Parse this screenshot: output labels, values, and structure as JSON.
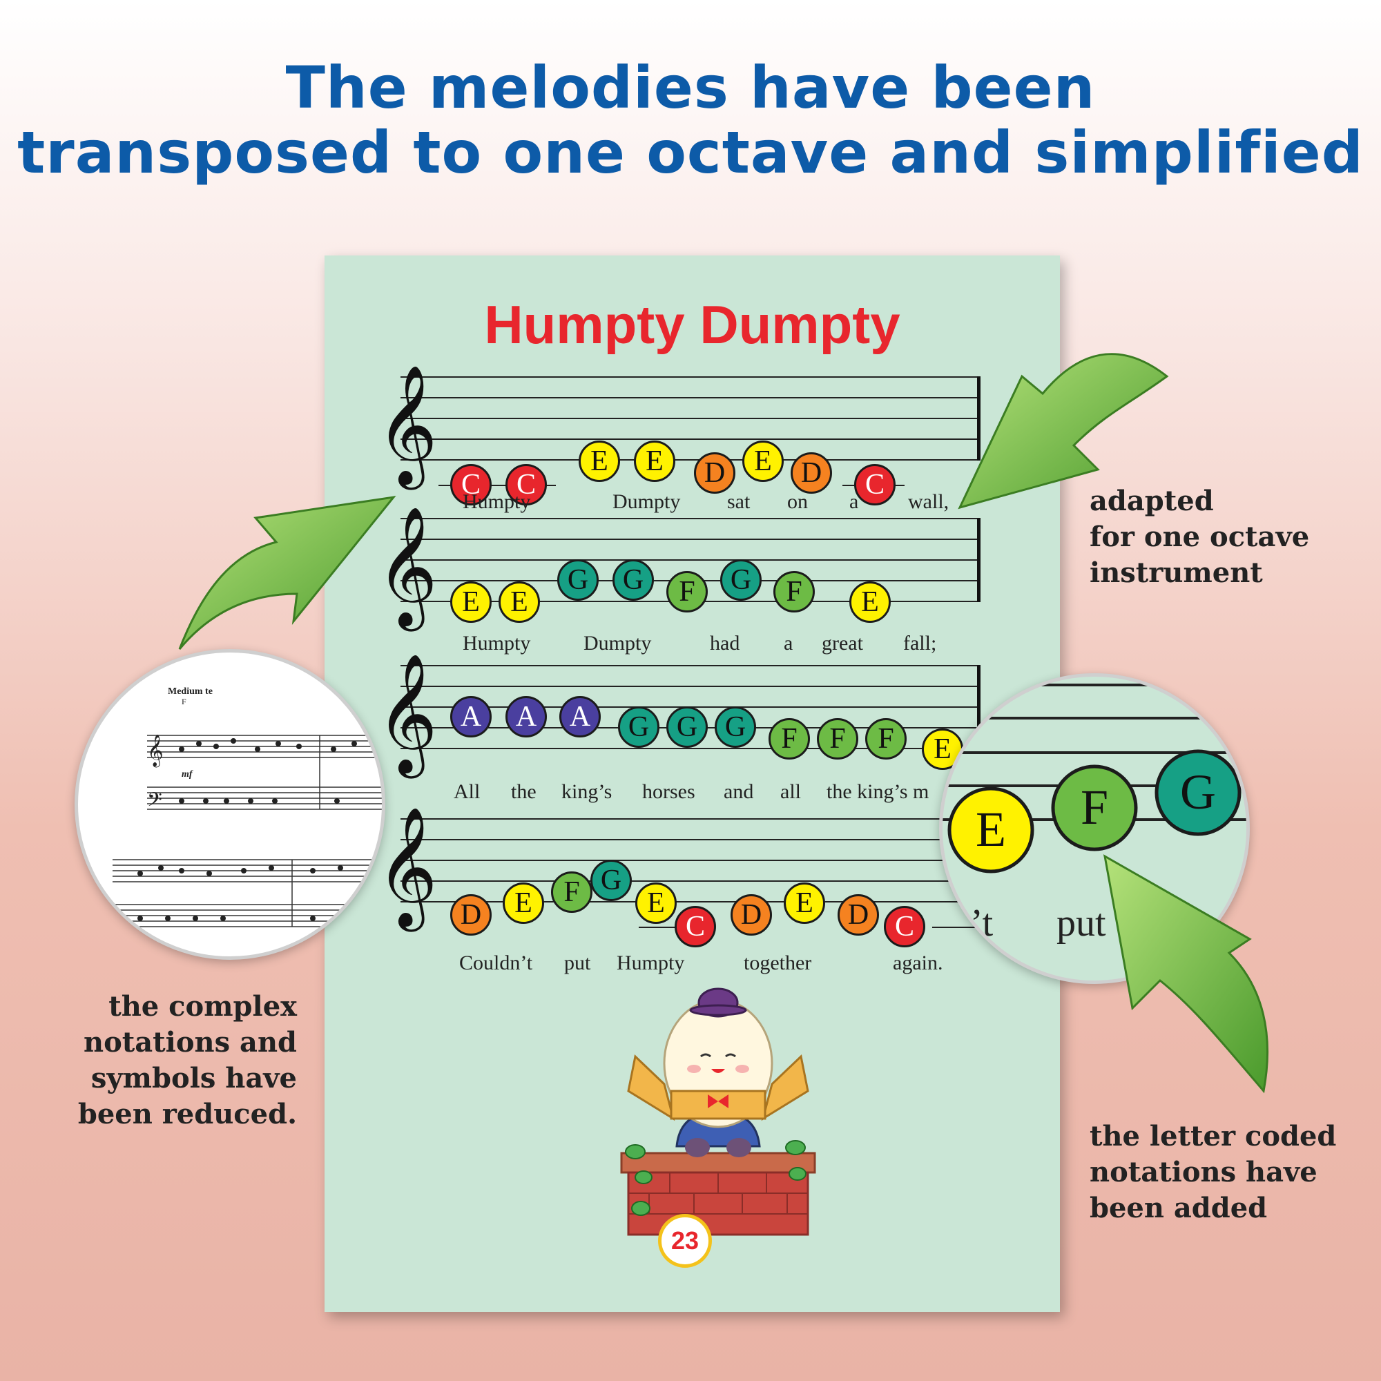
{
  "headline": {
    "line1": "The melodies have been",
    "line2": "transposed to one octave and simplified"
  },
  "sheet": {
    "title": "Humpty Dumpty",
    "page_number": "23",
    "colors": {
      "C": "#e8262d",
      "D": "#f58220",
      "E": "#fff200",
      "F": "#6dbb45",
      "G": "#16a085",
      "A": "#4a3f9f"
    },
    "rows": [
      {
        "notes": [
          "C",
          "C",
          "E",
          "E",
          "D",
          "E",
          "D",
          "C"
        ],
        "lyrics": [
          "Humpty",
          "Dumpty",
          "sat",
          "on",
          "a",
          "wall,"
        ]
      },
      {
        "notes": [
          "E",
          "E",
          "G",
          "G",
          "F",
          "G",
          "F",
          "E"
        ],
        "lyrics": [
          "Humpty",
          "Dumpty",
          "had",
          "a",
          "great",
          "fall;"
        ]
      },
      {
        "notes": [
          "A",
          "A",
          "A",
          "G",
          "G",
          "G",
          "F",
          "F",
          "F",
          "E"
        ],
        "lyrics": [
          "All",
          "the",
          "king’s",
          "horses",
          "and",
          "all",
          "the king’s m"
        ]
      },
      {
        "notes": [
          "D",
          "E",
          "F",
          "G",
          "E",
          "C",
          "D",
          "E",
          "D",
          "C"
        ],
        "lyrics": [
          "Couldn’t",
          "put",
          "Humpty",
          "together",
          "again."
        ]
      }
    ]
  },
  "zoom_right": {
    "notes": [
      "E",
      "F",
      "G"
    ],
    "lyric_fragment_1": "’t",
    "lyric_fragment_2": "put"
  },
  "zoom_left": {
    "tempo": "Medium te",
    "chord": "F",
    "dynamic": "mf"
  },
  "annotations": {
    "adapted": [
      "adapted",
      "for one octave",
      "instrument"
    ],
    "reduced": [
      "the complex",
      "notations and",
      "symbols have",
      "been reduced."
    ],
    "added": [
      "the letter coded",
      "notations have",
      "been added"
    ]
  }
}
